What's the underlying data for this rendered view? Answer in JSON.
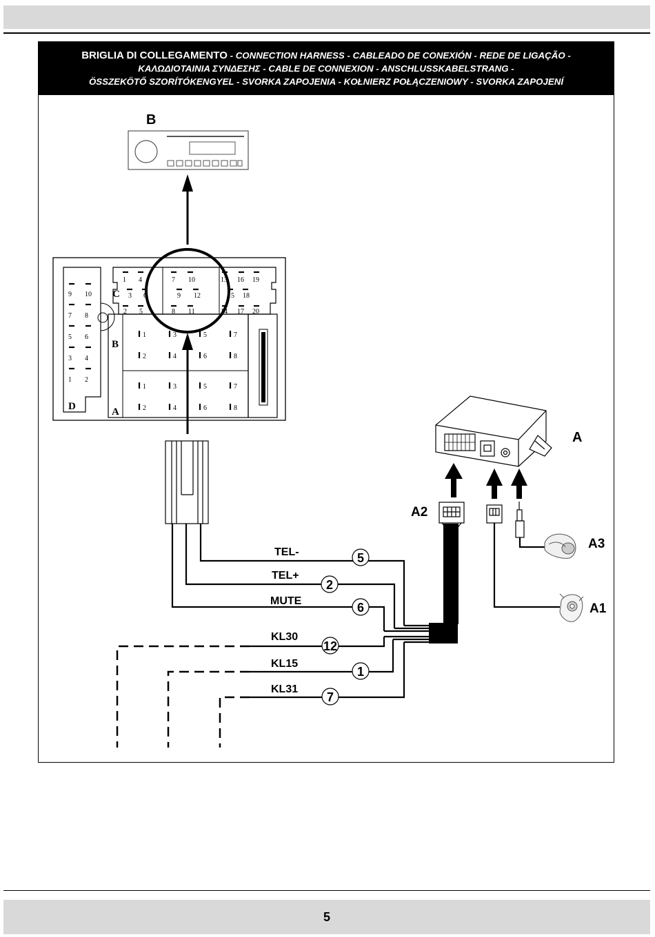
{
  "title": {
    "line1_main": "BRIGLIA DI COLLEGAMENTO",
    "line1_rest": " - CONNECTION HARNESS - CABLEADO DE CONEXIÓN - REDE DE LIGAÇÃO -",
    "line2": "ΚΑΛΩΔΙΟΤΑΙΝΙΑ ΣΥΝΔΕΣΗΣ  -  CABLE DE CONNEXION - ANSCHLUSSKABELSTRANG -",
    "line3": "ÖSSZEKÖTŐ SZORÍTÓKENGYEL - SVORKA ZAPOJENIA - KOŁNIERZ POŁĄCZENIOWY - SVORKA ZAPOJENÍ"
  },
  "components": {
    "radio": "B",
    "module": "A",
    "connector": "A2",
    "microphone": "A3",
    "button": "A1"
  },
  "iso_connector": {
    "sections": {
      "c": "C",
      "b": "B",
      "a": "A",
      "d": "D"
    },
    "d_pins": [
      "9",
      "10",
      "7",
      "8",
      "5",
      "6",
      "3",
      "4",
      "1",
      "2"
    ],
    "c_pins": [
      "1",
      "4",
      "7",
      "10",
      "13",
      "16",
      "19",
      "3",
      "6",
      "9",
      "12",
      "15",
      "18",
      "2",
      "5",
      "8",
      "11",
      "14",
      "17",
      "20"
    ],
    "b_pins": [
      "1",
      "3",
      "5",
      "7",
      "2",
      "4",
      "6",
      "8"
    ],
    "a_pins": [
      "1",
      "3",
      "5",
      "7",
      "2",
      "4",
      "6",
      "8"
    ]
  },
  "wires": [
    {
      "label": "TEL-",
      "pin": "5"
    },
    {
      "label": "TEL+",
      "pin": "2"
    },
    {
      "label": "MUTE",
      "pin": "6"
    },
    {
      "label": "KL30",
      "pin": "12"
    },
    {
      "label": "KL15",
      "pin": "1"
    },
    {
      "label": "KL31",
      "pin": "7"
    }
  ],
  "page_number": "5"
}
